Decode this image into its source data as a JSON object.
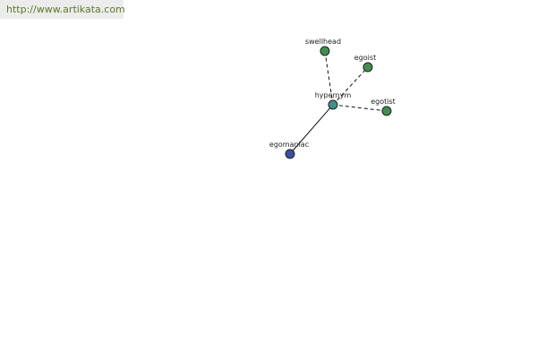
{
  "source_link": {
    "text": "http://www.artikata.com"
  },
  "graph": {
    "center": {
      "label": "hypernym",
      "color": "#3f8f8a"
    },
    "nodes": [
      {
        "id": "swellhead",
        "label": "swellhead",
        "color": "#3f8f4f",
        "link_style": "dashed"
      },
      {
        "id": "egoist",
        "label": "egoist",
        "color": "#3f8f4f",
        "link_style": "dashed"
      },
      {
        "id": "egotist",
        "label": "egotist",
        "color": "#3f8f4f",
        "link_style": "dashed"
      },
      {
        "id": "egomaniac",
        "label": "egomaniac",
        "color": "#3f4f9f",
        "link_style": "solid"
      }
    ]
  }
}
